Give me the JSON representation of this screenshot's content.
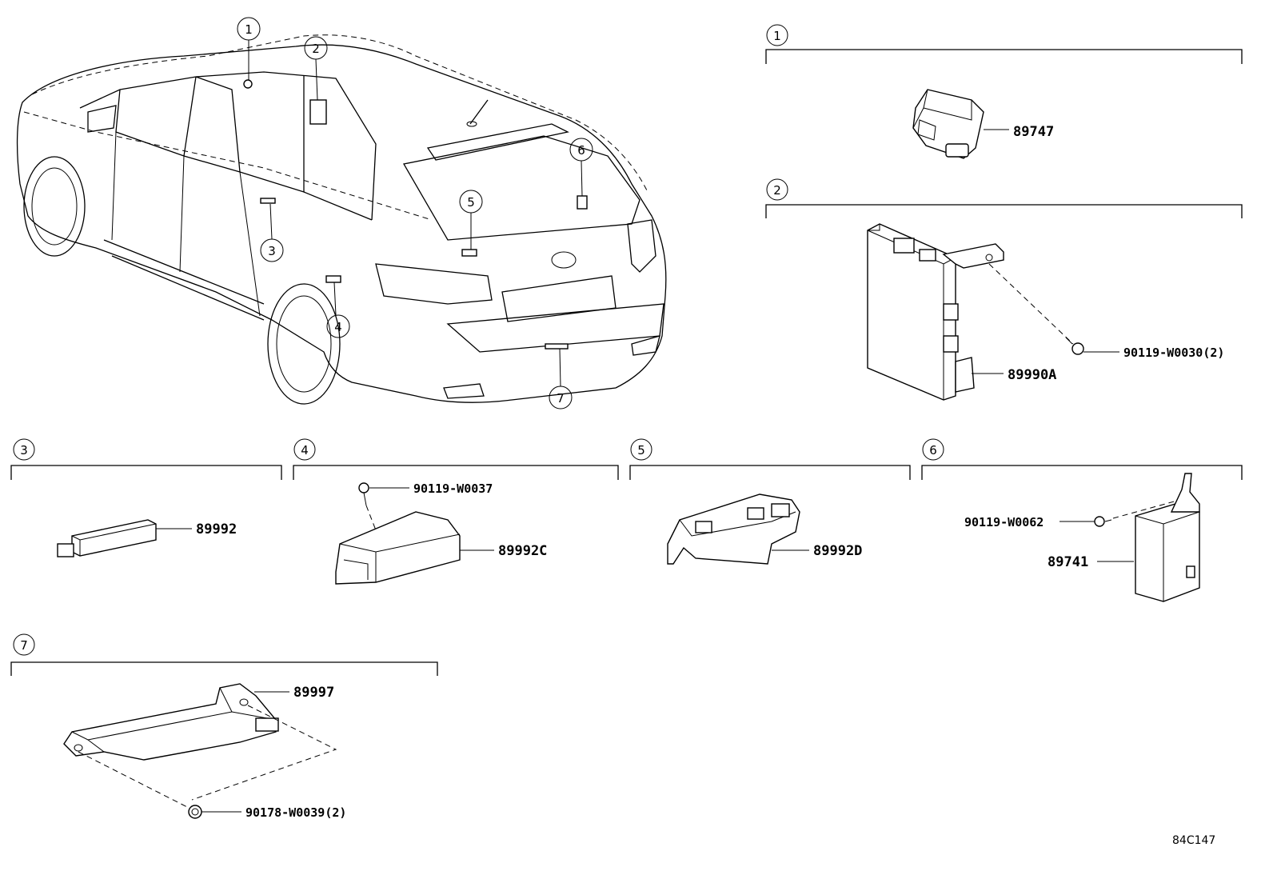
{
  "callouts": [
    "1",
    "2",
    "3",
    "4",
    "5",
    "6",
    "7"
  ],
  "sections": {
    "s1": {
      "num": "1",
      "parts": {
        "main": "89747"
      }
    },
    "s2": {
      "num": "2",
      "parts": {
        "main": "89990A",
        "bolt": "90119-W0030(2)"
      }
    },
    "s3": {
      "num": "3",
      "parts": {
        "main": "89992"
      }
    },
    "s4": {
      "num": "4",
      "parts": {
        "main": "89992C",
        "bolt": "90119-W0037"
      }
    },
    "s5": {
      "num": "5",
      "parts": {
        "main": "89992D"
      }
    },
    "s6": {
      "num": "6",
      "parts": {
        "main": "89741",
        "bolt": "90119-W0062"
      }
    },
    "s7": {
      "num": "7",
      "parts": {
        "main": "89997",
        "clip": "90178-W0039(2)"
      }
    }
  },
  "reference_code": "84C147"
}
